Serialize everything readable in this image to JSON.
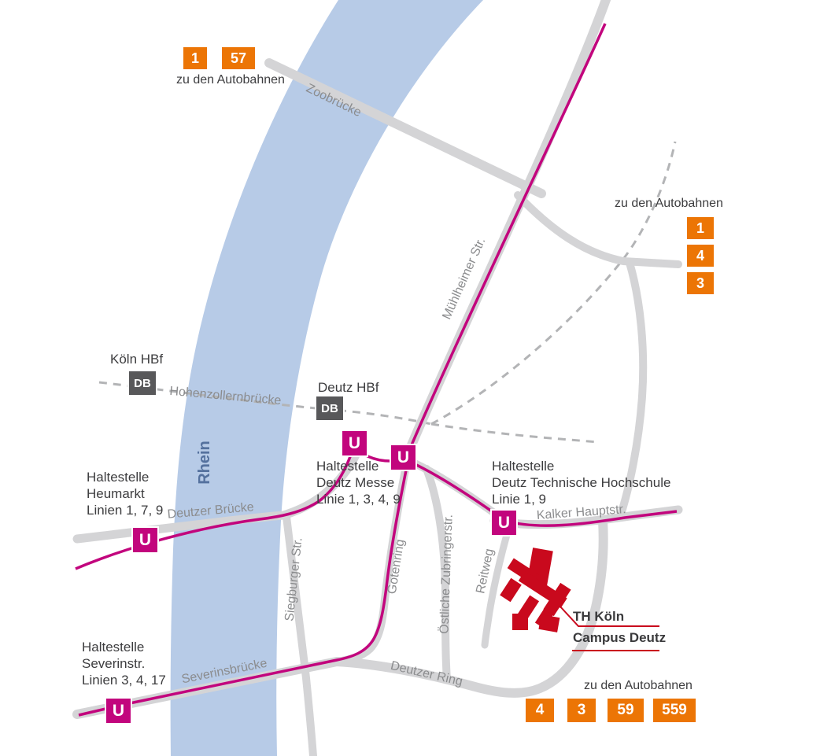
{
  "palette": {
    "river_blue": "#b7cbe7",
    "road_gray": "#d4d4d6",
    "rail_gray": "#b3b4b6",
    "tram_magenta": "#c2057d",
    "autobahn_orange": "#ec7505",
    "db_gray": "#58585a",
    "campus_red": "#c9091d",
    "street_label_gray": "#8b8c8e",
    "text_dark": "#3d3d3f",
    "rhein_label_blue": "#54719e"
  },
  "streets": {
    "zoobruecke": "Zoobrücke",
    "muehlheimer_str": "Mühlheimer Str.",
    "hohenzollernbruecke": "Hohenzollernbrücke",
    "rhein": "Rhein",
    "deutzer_bruecke": "Deutzer Brücke",
    "kalker_hauptstr": "Kalker Hauptstr.",
    "siegburger_str": "Siegburger Str.",
    "gotenring": "Gotenring",
    "oestliche_zubringerstr": "Östliche Zubringerstr.",
    "reitweg": "Reitweg",
    "severinsbruecke": "Severinsbrücke",
    "deutzer_ring": "Deutzer Ring"
  },
  "stations": {
    "koeln_hbf": {
      "label": "Köln HBf",
      "badge": "DB"
    },
    "deutz_hbf": {
      "label": "Deutz HBf",
      "badge": "DB"
    },
    "heumarkt": {
      "label": "Haltestelle\nHeumarkt\nLinien 1, 7, 9",
      "badge": "U"
    },
    "deutz_messe": {
      "label": "Haltestelle\nDeutz Messe\nLinie 1, 3, 4, 9",
      "badge": "U"
    },
    "deutz_technische_hochschule": {
      "label": "Haltestelle\nDeutz Technische Hochschule\nLinie 1, 9",
      "badge": "U"
    },
    "severinstr": {
      "label": "Haltestelle\nSeverinstr.\nLinien 3, 4, 17",
      "badge": "U"
    }
  },
  "autobahn": {
    "top_left": {
      "caption": "zu den Autobahnen",
      "badges": [
        "1",
        "57"
      ]
    },
    "right": {
      "caption": "zu den Autobahnen",
      "badges": [
        "1",
        "4",
        "3"
      ]
    },
    "bottom_right": {
      "caption": "zu den Autobahnen",
      "badges": [
        "4",
        "3",
        "59",
        "559"
      ]
    }
  },
  "campus": {
    "line1": "TH Köln",
    "line2": "Campus Deutz"
  }
}
